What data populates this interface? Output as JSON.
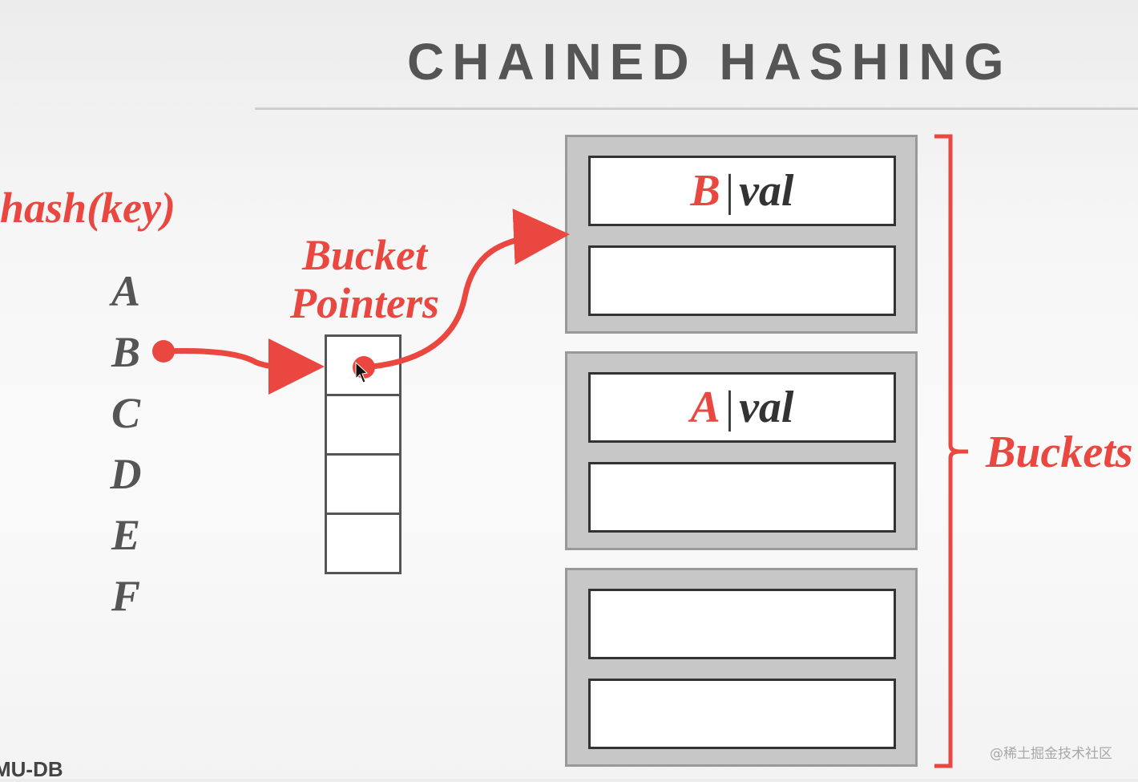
{
  "slide": {
    "title": "CHAINED HASHING",
    "hash_label": "hash(key)",
    "bucket_pointers_label": [
      "Bucket",
      "Pointers"
    ],
    "buckets_label": "Buckets",
    "keys": [
      "A",
      "B",
      "C",
      "D",
      "E",
      "F"
    ],
    "pointer_slots": 4,
    "buckets": [
      {
        "slots": [
          {
            "key": "B",
            "sep": "|",
            "value": "val"
          },
          {
            "key": "",
            "sep": "",
            "value": ""
          }
        ]
      },
      {
        "slots": [
          {
            "key": "A",
            "sep": "|",
            "value": "val"
          },
          {
            "key": "",
            "sep": "",
            "value": ""
          }
        ]
      },
      {
        "slots": [
          {
            "key": "",
            "sep": "",
            "value": ""
          },
          {
            "key": "",
            "sep": "",
            "value": ""
          }
        ]
      }
    ],
    "footer": "MU-DB",
    "watermark": "@稀土掘金技术社区"
  },
  "colors": {
    "accent": "#e9473f",
    "text_gray": "#555555",
    "bucket_fill": "#c7c7c7"
  }
}
